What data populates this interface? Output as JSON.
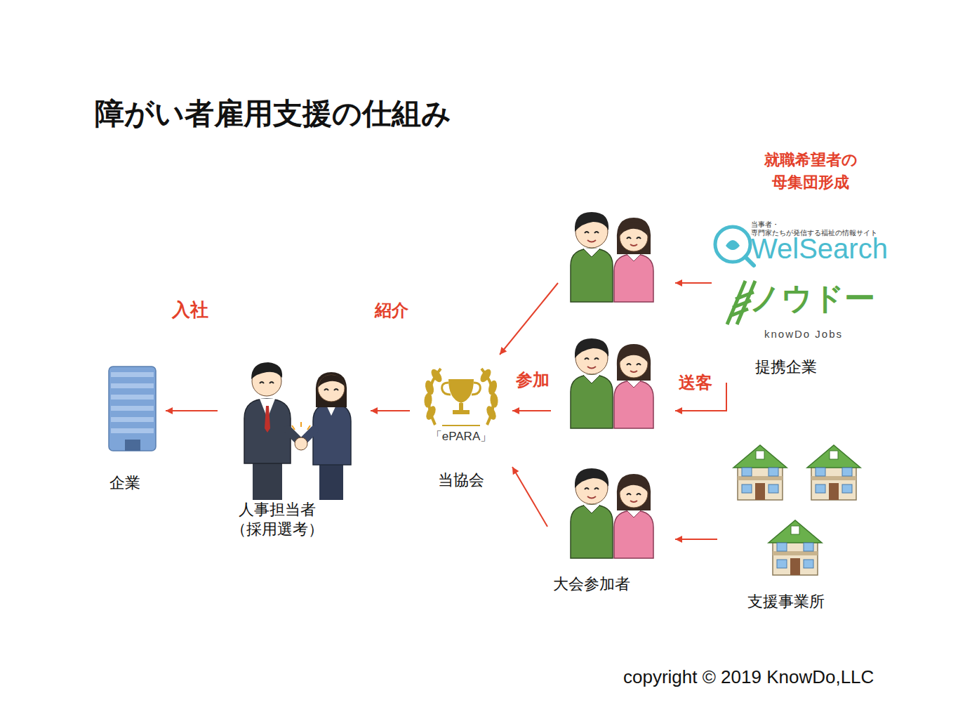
{
  "diagram": {
    "title": "障がい者雇用支援の仕組み",
    "nodes": [
      {
        "text": [
          "企業"
        ]
      },
      {
        "text": [
          "人事担当者 （採用選考）"
        ]
      },
      {
        "text": [
          "「ePARA」",
          "当協会"
        ]
      },
      {
        "text": []
      },
      {
        "text": []
      },
      {
        "text": [
          "大会参加者"
        ]
      },
      {
        "text": [
          "提携企業"
        ]
      },
      {
        "text": [
          "当事者・専門家たちが発信する福祉の情報サイト",
          "WelSearch"
        ],
        "in": 6
      },
      {
        "text": [
          "ノウドー",
          "knowDo Jobs"
        ],
        "in": 6
      },
      {
        "text": [
          "支援事業所"
        ]
      }
    ],
    "edges": [
      {
        "from": 3,
        "to": 2,
        "arrow": "to"
      },
      {
        "from": 4,
        "to": 2,
        "label": "参加",
        "arrow": "to"
      },
      {
        "from": 5,
        "to": 2,
        "arrow": "to"
      },
      {
        "from": 2,
        "to": 1,
        "label": "紹介",
        "arrow": "to"
      },
      {
        "from": 1,
        "to": 0,
        "label": "入社",
        "arrow": "to"
      },
      {
        "from": 6,
        "to": 3,
        "arrow": "to"
      },
      {
        "from": 6,
        "to": 4,
        "label": "送客",
        "arrow": "to"
      },
      {
        "from": 9,
        "to": 5,
        "arrow": "to"
      }
    ],
    "labels": [
      "就職希望者の 母集団形成",
      "copyright © 2019 KnowDo,LLC"
    ]
  }
}
